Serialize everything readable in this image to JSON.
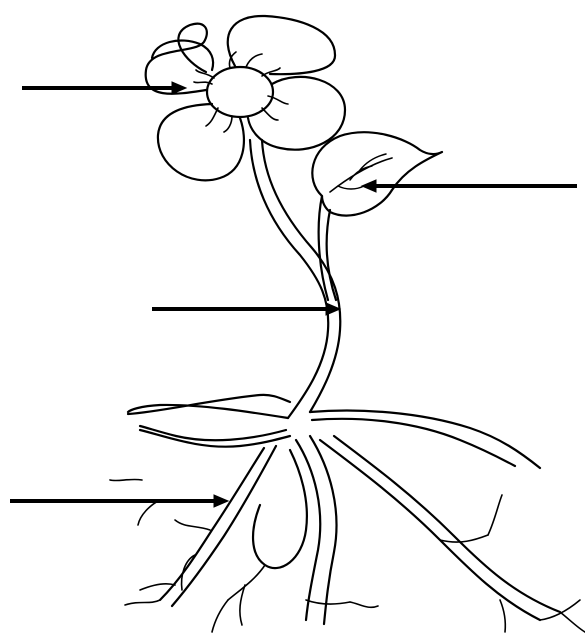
{
  "diagram": {
    "type": "unlabeled plant parts diagram",
    "parts": [
      "flower",
      "leaf",
      "stem",
      "roots"
    ],
    "pointer_arrows": [
      {
        "target": "flower"
      },
      {
        "target": "leaf"
      },
      {
        "target": "stem"
      },
      {
        "target": "roots"
      }
    ]
  },
  "colors": {
    "ink": "#000000",
    "background": "#ffffff"
  }
}
